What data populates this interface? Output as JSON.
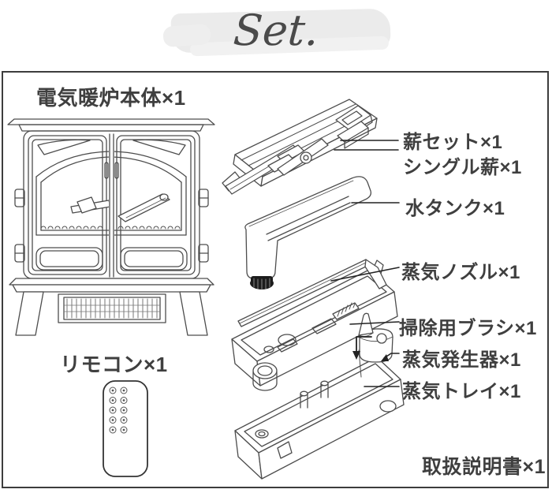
{
  "title": "Set.",
  "items": {
    "fireplace": "電気暖炉本体×1",
    "remote": "リモコン×1",
    "firewood_set": "薪セット×1",
    "single_log": "シングル薪×1",
    "water_tank": "水タンク×1",
    "steam_nozzle": "蒸気ノズル×1",
    "cleaning_brush": "掃除用ブラシ×1",
    "steam_generator": "蒸気発生器×1",
    "steam_tray": "蒸気トレイ×1",
    "manual": "取扱説明書×1"
  },
  "colors": {
    "label_text": "#3f3f3f",
    "title_text": "#4a4a4a",
    "line_art": "#4d4d4d",
    "leader_line": "#222222",
    "frame_border": "#3d3d3d",
    "brush_stroke": "#ebebeb"
  }
}
